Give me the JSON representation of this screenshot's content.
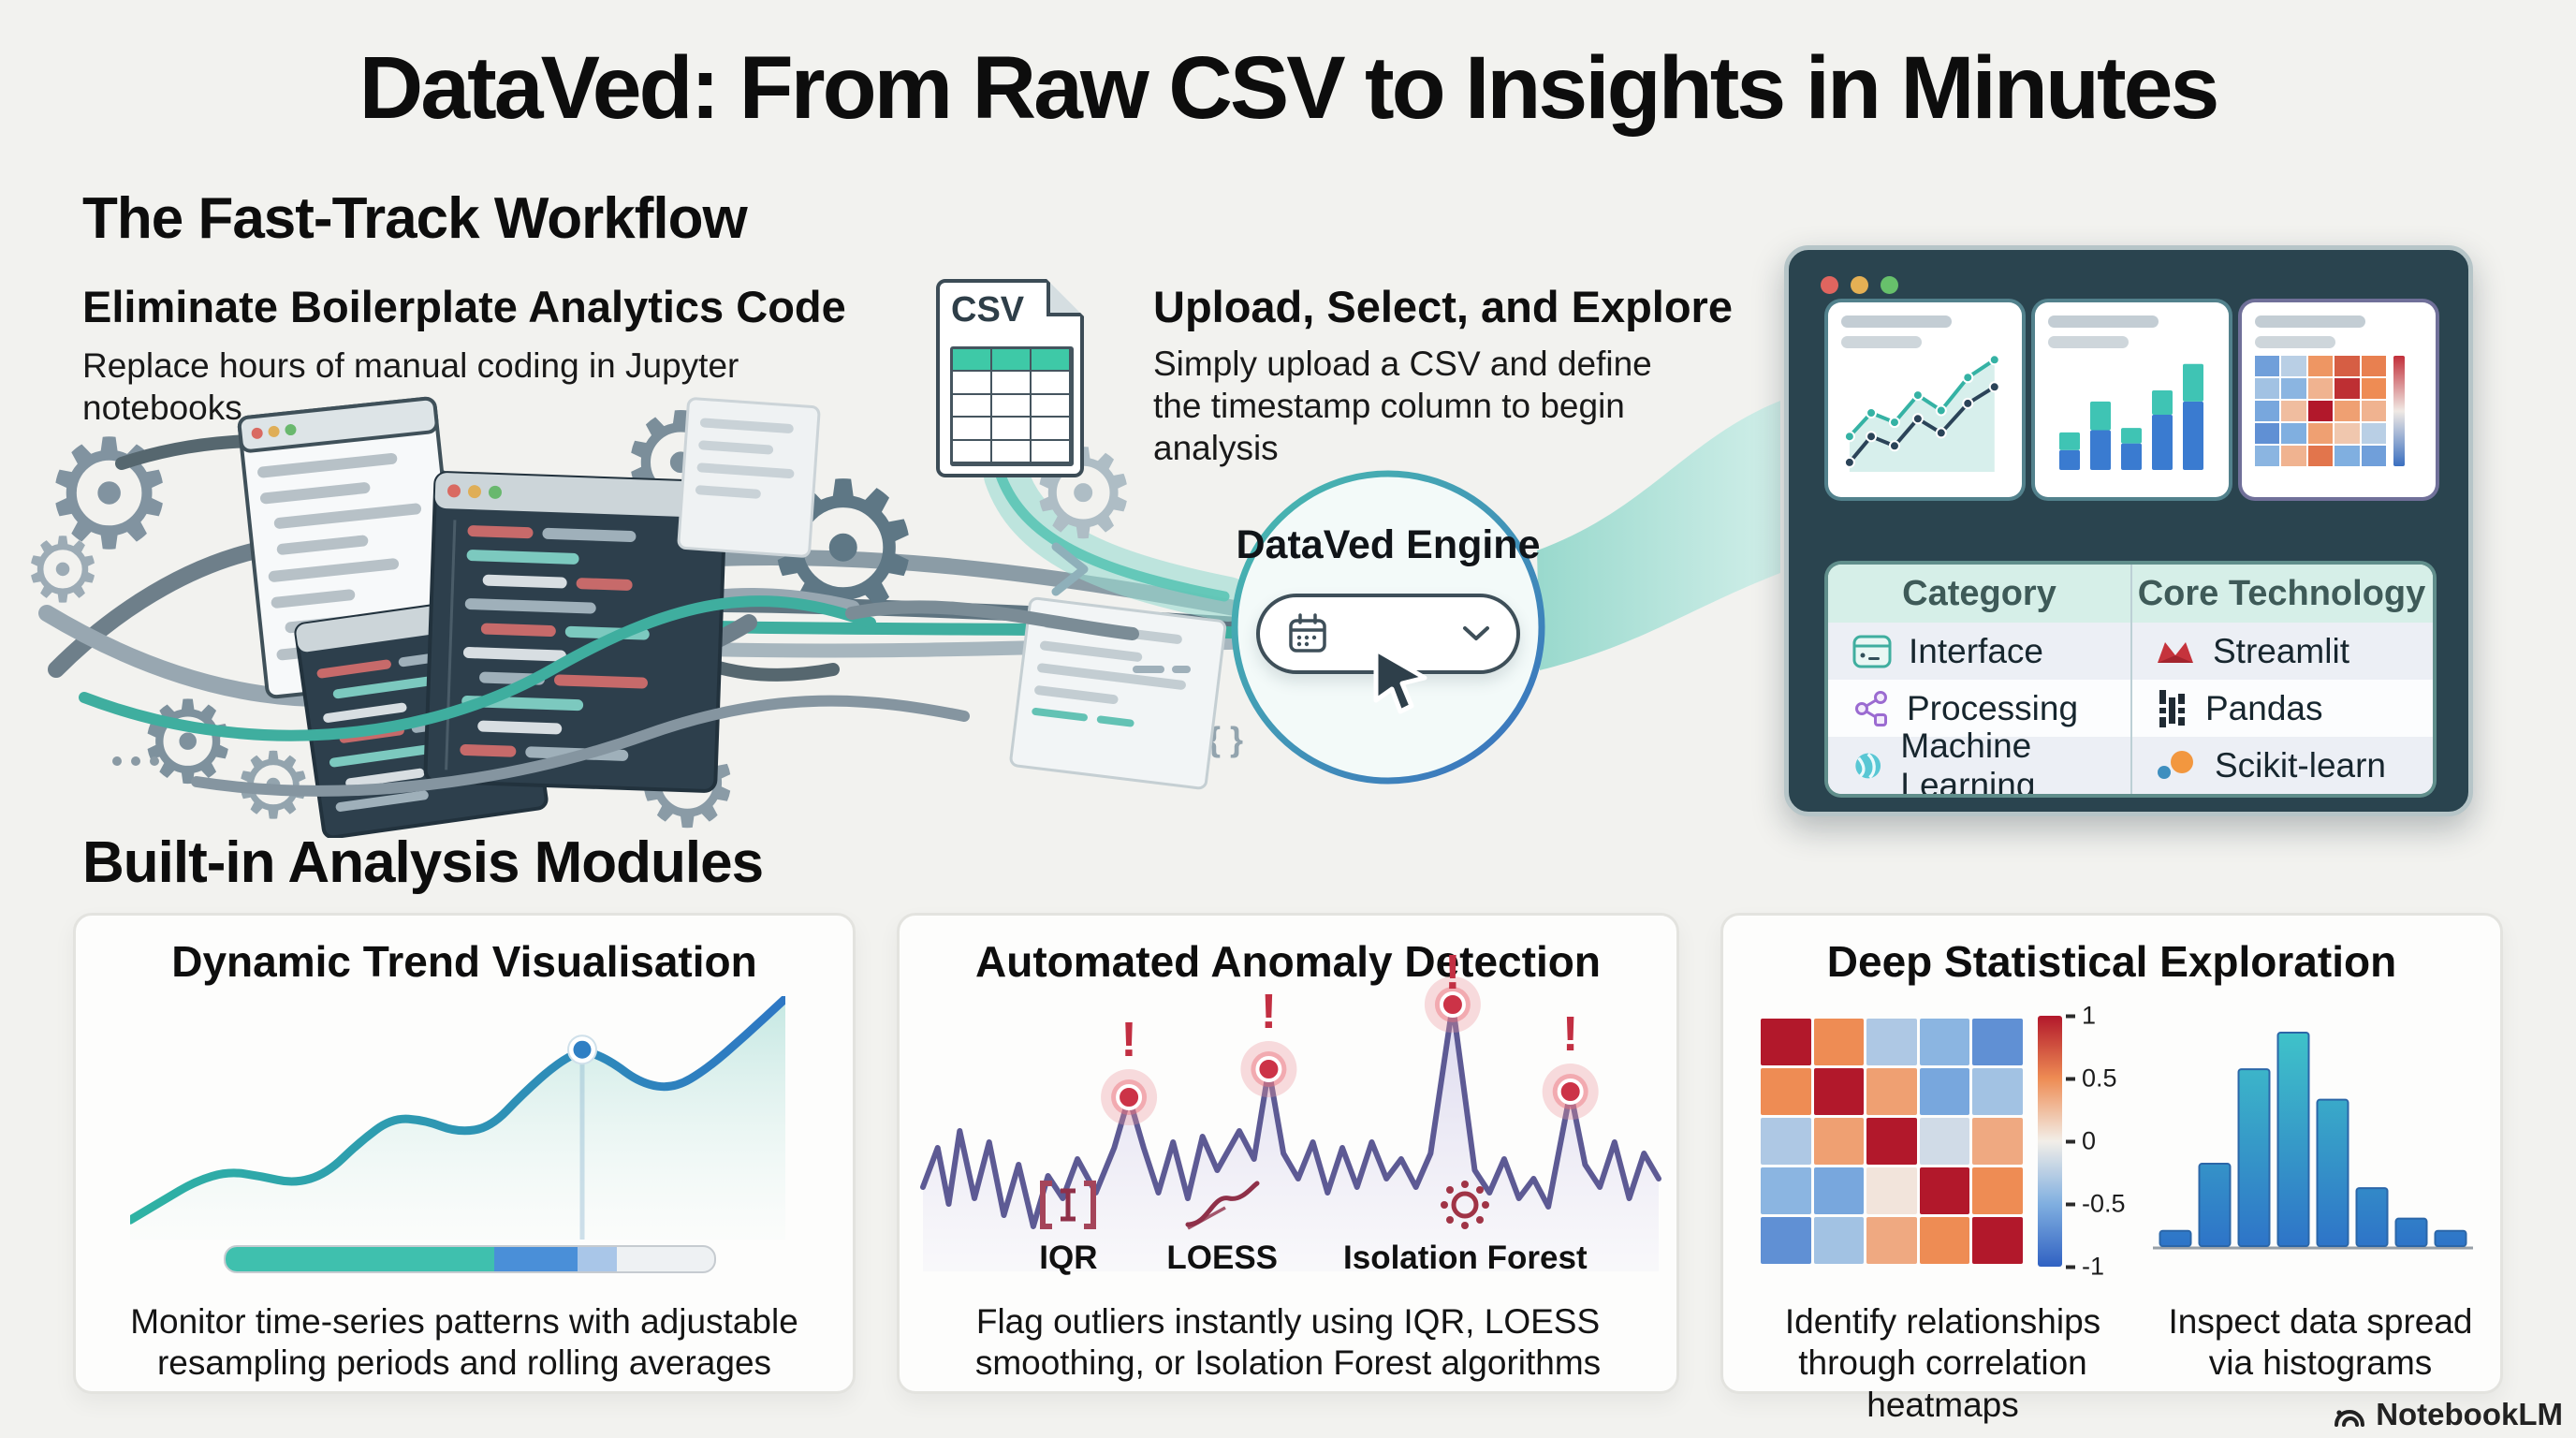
{
  "header": {
    "title": "DataVed: From Raw CSV to Insights in Minutes"
  },
  "workflow": {
    "heading": "The Fast-Track Workflow",
    "step1": {
      "title": "Eliminate Boilerplate Analytics Code",
      "subtitle": "Replace hours of manual coding in Jupyter notebooks"
    },
    "csv_file": {
      "label": "CSV"
    },
    "step2": {
      "title": "Upload, Select, and Explore",
      "subtitle": "Simply upload a CSV and define the timestamp column to begin analysis"
    },
    "engine": {
      "label": "DataVed Engine",
      "dropdown_icon": "calendar-icon",
      "dropdown_value": ""
    }
  },
  "browser": {
    "window_controls": [
      "close",
      "minimize",
      "zoom"
    ],
    "table": {
      "headers": [
        "Category",
        "Core Technology"
      ],
      "rows": [
        {
          "category": "Interface",
          "category_icon": "app-window-icon",
          "technology": "Streamlit",
          "technology_icon": "streamlit-crown-icon"
        },
        {
          "category": "Processing",
          "category_icon": "share-network-icon",
          "technology": "Pandas",
          "technology_icon": "pandas-bars-icon"
        },
        {
          "category": "Machine Learning",
          "category_icon": "sphere-icon",
          "technology": "Scikit-learn",
          "technology_icon": "scikit-learn-icon"
        }
      ]
    }
  },
  "modules": {
    "heading": "Built-in Analysis Modules",
    "cards": [
      {
        "title": "Dynamic Trend Visualisation",
        "description": "Monitor time-series patterns with adjustable resampling periods and rolling averages"
      },
      {
        "title": "Automated Anomaly Detection",
        "methods": [
          "IQR",
          "LOESS",
          "Isolation Forest"
        ],
        "description": "Flag outliers instantly using IQR, LOESS smoothing, or Isolation Forest algorithms"
      },
      {
        "title": "Deep Statistical Exploration",
        "description_heatmap": "Identify relationships through correlation heatmaps",
        "description_histogram": "Inspect data spread via histograms"
      }
    ]
  },
  "watermark": {
    "label": "NotebookLM"
  },
  "colors": {
    "background": "#f2f2ef",
    "accent_teal": "#3fbfae",
    "accent_blue": "#2e77c4",
    "anomaly_red": "#cc3347",
    "heatmap_red": "#b2182b",
    "heatmap_blue": "#3061c2",
    "browser_bg": "#2a444f",
    "table_header_bg": "#d6efe8",
    "streamlit_red": "#c5333c",
    "processing_purple": "#9b6bd1"
  },
  "chart_data": [
    {
      "id": "trend",
      "type": "line",
      "title": "Dynamic Trend Visualisation",
      "points_norm": [
        [
          0,
          0.08
        ],
        [
          0.05,
          0.16
        ],
        [
          0.1,
          0.24
        ],
        [
          0.15,
          0.28
        ],
        [
          0.2,
          0.26
        ],
        [
          0.25,
          0.23
        ],
        [
          0.3,
          0.27
        ],
        [
          0.35,
          0.4
        ],
        [
          0.4,
          0.5
        ],
        [
          0.45,
          0.49
        ],
        [
          0.5,
          0.44
        ],
        [
          0.55,
          0.46
        ],
        [
          0.6,
          0.6
        ],
        [
          0.65,
          0.72
        ],
        [
          0.69,
          0.78
        ],
        [
          0.73,
          0.74
        ],
        [
          0.78,
          0.64
        ],
        [
          0.83,
          0.62
        ],
        [
          0.88,
          0.7
        ],
        [
          0.94,
          0.84
        ],
        [
          1,
          0.99
        ]
      ],
      "marker": [
        0.69,
        0.78
      ],
      "slider_segments": [
        {
          "color": "#3fc0ae",
          "width": 0.55
        },
        {
          "color": "#4a8fd8",
          "width": 0.17
        },
        {
          "color": "#a9c6e8",
          "width": 0.08
        }
      ],
      "line_gradient": [
        "#2eb3a3",
        "#2e77c4"
      ]
    },
    {
      "id": "anomaly",
      "type": "line",
      "title": "Automated Anomaly Detection",
      "points_norm": [
        [
          0,
          0.3
        ],
        [
          0.02,
          0.44
        ],
        [
          0.035,
          0.24
        ],
        [
          0.05,
          0.5
        ],
        [
          0.07,
          0.26
        ],
        [
          0.09,
          0.46
        ],
        [
          0.11,
          0.2
        ],
        [
          0.13,
          0.38
        ],
        [
          0.15,
          0.16
        ],
        [
          0.17,
          0.34
        ],
        [
          0.19,
          0.26
        ],
        [
          0.21,
          0.4
        ],
        [
          0.235,
          0.28
        ],
        [
          0.26,
          0.44
        ],
        [
          0.28,
          0.62
        ],
        [
          0.3,
          0.44
        ],
        [
          0.32,
          0.28
        ],
        [
          0.34,
          0.46
        ],
        [
          0.36,
          0.26
        ],
        [
          0.38,
          0.48
        ],
        [
          0.4,
          0.36
        ],
        [
          0.43,
          0.5
        ],
        [
          0.45,
          0.4
        ],
        [
          0.47,
          0.72
        ],
        [
          0.49,
          0.42
        ],
        [
          0.51,
          0.33
        ],
        [
          0.53,
          0.46
        ],
        [
          0.55,
          0.28
        ],
        [
          0.57,
          0.44
        ],
        [
          0.59,
          0.3
        ],
        [
          0.61,
          0.46
        ],
        [
          0.63,
          0.33
        ],
        [
          0.65,
          0.4
        ],
        [
          0.67,
          0.3
        ],
        [
          0.69,
          0.42
        ],
        [
          0.72,
          0.95
        ],
        [
          0.75,
          0.36
        ],
        [
          0.77,
          0.28
        ],
        [
          0.79,
          0.4
        ],
        [
          0.81,
          0.26
        ],
        [
          0.83,
          0.33
        ],
        [
          0.85,
          0.23
        ],
        [
          0.88,
          0.64
        ],
        [
          0.9,
          0.38
        ],
        [
          0.92,
          0.3
        ],
        [
          0.94,
          0.46
        ],
        [
          0.96,
          0.26
        ],
        [
          0.98,
          0.42
        ],
        [
          1,
          0.33
        ]
      ],
      "anomalies": [
        {
          "x": 0.28,
          "y": 0.62
        },
        {
          "x": 0.47,
          "y": 0.72
        },
        {
          "x": 0.72,
          "y": 0.95
        },
        {
          "x": 0.88,
          "y": 0.64
        }
      ],
      "line_color": "#5d5a94",
      "marker_color": "#cc3347"
    },
    {
      "id": "correlation_heatmap",
      "type": "heatmap",
      "title": "Correlation heatmap",
      "matrix": [
        [
          1,
          0.5,
          -0.3,
          -0.45,
          -0.7
        ],
        [
          0.5,
          1,
          0.4,
          -0.55,
          -0.35
        ],
        [
          -0.3,
          0.4,
          1,
          -0.15,
          0.35
        ],
        [
          -0.45,
          -0.55,
          0.05,
          1,
          0.5
        ],
        [
          -0.7,
          -0.35,
          0.35,
          0.5,
          1
        ]
      ],
      "value_range": [
        -1,
        1
      ],
      "colorbar_ticks": [
        "1",
        "0.5",
        "0",
        "-0.5",
        "-1"
      ]
    },
    {
      "id": "histogram",
      "type": "bar",
      "title": "Histogram",
      "values": [
        5,
        27,
        58,
        70,
        48,
        19,
        9,
        5
      ]
    },
    {
      "id": "thumb_line",
      "type": "line",
      "series": [
        {
          "name": "teal",
          "color": "#35b2a4",
          "points_norm": [
            [
              0.05,
              0.3
            ],
            [
              0.18,
              0.5
            ],
            [
              0.32,
              0.42
            ],
            [
              0.46,
              0.65
            ],
            [
              0.6,
              0.52
            ],
            [
              0.76,
              0.8
            ],
            [
              0.92,
              0.95
            ]
          ]
        },
        {
          "name": "navy",
          "color": "#2b4358",
          "points_norm": [
            [
              0.05,
              0.08
            ],
            [
              0.18,
              0.3
            ],
            [
              0.32,
              0.22
            ],
            [
              0.46,
              0.45
            ],
            [
              0.6,
              0.33
            ],
            [
              0.76,
              0.58
            ],
            [
              0.92,
              0.72
            ]
          ]
        }
      ]
    },
    {
      "id": "thumb_bars",
      "type": "bar",
      "stacks": [
        [
          0.18,
          0.16
        ],
        [
          0.36,
          0.26
        ],
        [
          0.24,
          0.14
        ],
        [
          0.5,
          0.22
        ],
        [
          0.62,
          0.34
        ]
      ],
      "colors": [
        "#3a7bd0",
        "#3fc4b4"
      ]
    },
    {
      "id": "thumb_heatmap",
      "type": "heatmap",
      "matrix": [
        [
          -0.6,
          -0.25,
          0.45,
          0.7,
          0.55
        ],
        [
          -0.35,
          -0.45,
          0.3,
          0.9,
          0.5
        ],
        [
          -0.55,
          0.25,
          1,
          0.4,
          0.3
        ],
        [
          -0.7,
          -0.5,
          0.4,
          0.2,
          -0.25
        ],
        [
          -0.45,
          0.3,
          0.6,
          -0.5,
          -0.6
        ]
      ]
    }
  ]
}
